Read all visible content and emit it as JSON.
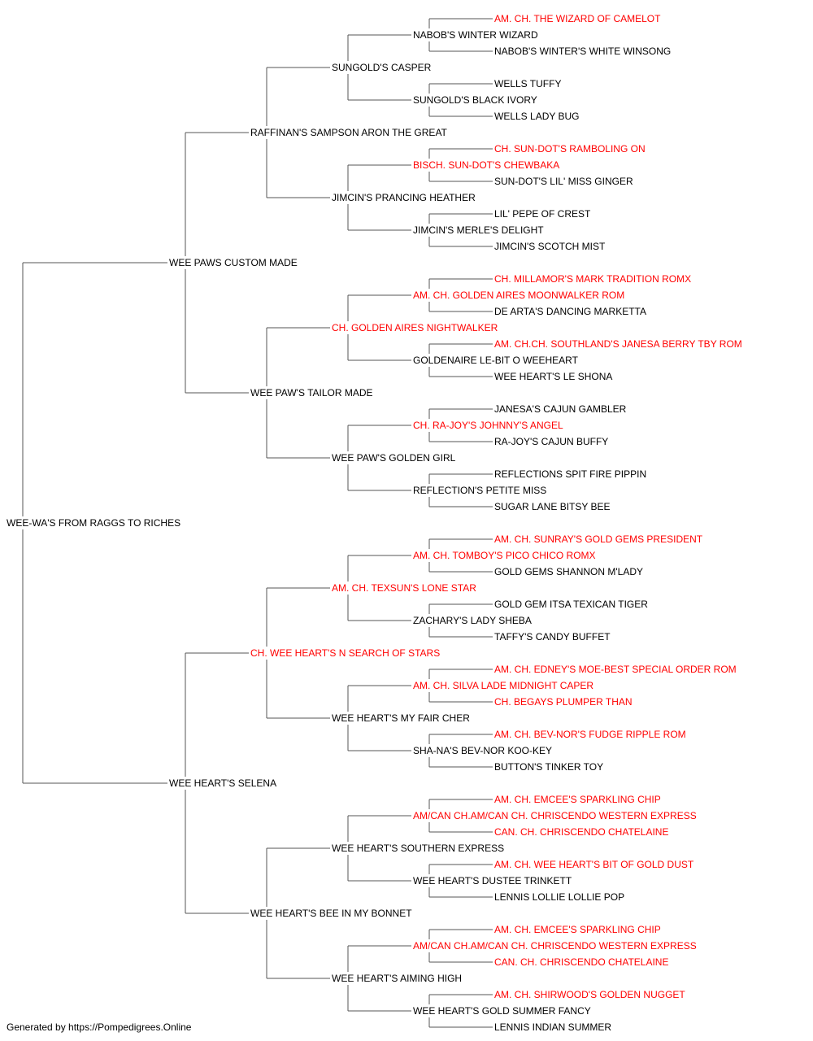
{
  "pedigree": {
    "name": "WEE-WA'S FROM RAGGS TO RICHES",
    "champion": false,
    "sire": {
      "name": "WEE PAWS CUSTOM MADE",
      "champion": false,
      "sire": {
        "name": "RAFFINAN'S SAMPSON ARON THE GREAT",
        "champion": false,
        "sire": {
          "name": "SUNGOLD'S CASPER",
          "champion": false,
          "sire": {
            "name": "NABOB'S WINTER WIZARD",
            "champion": false,
            "sire": {
              "name": "AM. CH. THE WIZARD OF CAMELOT",
              "champion": true
            },
            "dam": {
              "name": "NABOB'S WINTER'S WHITE WINSONG",
              "champion": false
            }
          },
          "dam": {
            "name": "SUNGOLD'S BLACK IVORY",
            "champion": false,
            "sire": {
              "name": "WELLS TUFFY",
              "champion": false
            },
            "dam": {
              "name": "WELLS LADY BUG",
              "champion": false
            }
          }
        },
        "dam": {
          "name": "JIMCIN'S PRANCING HEATHER",
          "champion": false,
          "sire": {
            "name": "BISCH. SUN-DOT'S CHEWBAKA",
            "champion": true,
            "sire": {
              "name": "CH. SUN-DOT'S RAMBOLING ON",
              "champion": true
            },
            "dam": {
              "name": "SUN-DOT'S LIL' MISS GINGER",
              "champion": false
            }
          },
          "dam": {
            "name": "JIMCIN'S MERLE'S DELIGHT",
            "champion": false,
            "sire": {
              "name": "LIL' PEPE OF CREST",
              "champion": false
            },
            "dam": {
              "name": "JIMCIN'S SCOTCH MIST",
              "champion": false
            }
          }
        }
      },
      "dam": {
        "name": "WEE PAW'S TAILOR MADE",
        "champion": false,
        "sire": {
          "name": "CH. GOLDEN AIRES NIGHTWALKER",
          "champion": true,
          "sire": {
            "name": "AM. CH. GOLDEN AIRES MOONWALKER ROM",
            "champion": true,
            "sire": {
              "name": "CH. MILLAMOR'S MARK TRADITION ROMX",
              "champion": true
            },
            "dam": {
              "name": "DE ARTA'S DANCING MARKETTA",
              "champion": false
            }
          },
          "dam": {
            "name": "GOLDENAIRE LE-BIT O WEEHEART",
            "champion": false,
            "sire": {
              "name": "AM. CH.CH. SOUTHLAND'S JANESA BERRY TBY ROM",
              "champion": true
            },
            "dam": {
              "name": "WEE HEART'S LE SHONA",
              "champion": false
            }
          }
        },
        "dam": {
          "name": "WEE PAW'S GOLDEN GIRL",
          "champion": false,
          "sire": {
            "name": "CH. RA-JOY'S JOHNNY'S ANGEL",
            "champion": true,
            "sire": {
              "name": "JANESA'S CAJUN GAMBLER",
              "champion": false
            },
            "dam": {
              "name": "RA-JOY'S CAJUN BUFFY",
              "champion": false
            }
          },
          "dam": {
            "name": "REFLECTION'S PETITE MISS",
            "champion": false,
            "sire": {
              "name": "REFLECTIONS SPIT FIRE PIPPIN",
              "champion": false
            },
            "dam": {
              "name": "SUGAR LANE BITSY BEE",
              "champion": false
            }
          }
        }
      }
    },
    "dam": {
      "name": "WEE HEART'S SELENA",
      "champion": false,
      "sire": {
        "name": "CH. WEE HEART'S N SEARCH OF STARS",
        "champion": true,
        "sire": {
          "name": "AM. CH. TEXSUN'S LONE STAR",
          "champion": true,
          "sire": {
            "name": "AM. CH. TOMBOY'S PICO CHICO ROMX",
            "champion": true,
            "sire": {
              "name": "AM. CH. SUNRAY'S GOLD GEMS PRESIDENT",
              "champion": true
            },
            "dam": {
              "name": "GOLD GEMS SHANNON M'LADY",
              "champion": false
            }
          },
          "dam": {
            "name": "ZACHARY'S LADY SHEBA",
            "champion": false,
            "sire": {
              "name": "GOLD GEM ITSA TEXICAN TIGER",
              "champion": false
            },
            "dam": {
              "name": "TAFFY'S CANDY BUFFET",
              "champion": false
            }
          }
        },
        "dam": {
          "name": "WEE HEART'S MY FAIR CHER",
          "champion": false,
          "sire": {
            "name": "AM. CH. SILVA LADE MIDNIGHT CAPER",
            "champion": true,
            "sire": {
              "name": "AM. CH. EDNEY'S MOE-BEST SPECIAL ORDER ROM",
              "champion": true
            },
            "dam": {
              "name": "CH. BEGAYS PLUMPER THAN",
              "champion": true
            }
          },
          "dam": {
            "name": "SHA-NA'S BEV-NOR KOO-KEY",
            "champion": false,
            "sire": {
              "name": "AM. CH. BEV-NOR'S FUDGE RIPPLE ROM",
              "champion": true
            },
            "dam": {
              "name": "BUTTON'S TINKER TOY",
              "champion": false
            }
          }
        }
      },
      "dam": {
        "name": "WEE HEART'S BEE IN MY BONNET",
        "champion": false,
        "sire": {
          "name": "WEE HEART'S SOUTHERN EXPRESS",
          "champion": false,
          "sire": {
            "name": "AM/CAN CH.AM/CAN CH. CHRISCENDO WESTERN EXPRESS",
            "champion": true,
            "sire": {
              "name": "AM. CH. EMCEE'S SPARKLING CHIP",
              "champion": true
            },
            "dam": {
              "name": "CAN. CH. CHRISCENDO CHATELAINE",
              "champion": true
            }
          },
          "dam": {
            "name": "WEE HEART'S DUSTEE TRINKETT",
            "champion": false,
            "sire": {
              "name": "AM. CH. WEE HEART'S BIT OF GOLD DUST",
              "champion": true
            },
            "dam": {
              "name": "LENNIS LOLLIE LOLLIE POP",
              "champion": false
            }
          }
        },
        "dam": {
          "name": "WEE HEART'S AIMING HIGH",
          "champion": false,
          "sire": {
            "name": "AM/CAN CH.AM/CAN CH. CHRISCENDO WESTERN EXPRESS",
            "champion": true,
            "sire": {
              "name": "AM. CH. EMCEE'S SPARKLING CHIP",
              "champion": true
            },
            "dam": {
              "name": "CAN. CH. CHRISCENDO CHATELAINE",
              "champion": true
            }
          },
          "dam": {
            "name": "WEE HEART'S GOLD SUMMER FANCY",
            "champion": false,
            "sire": {
              "name": "AM. CH. SHIRWOOD'S GOLDEN NUGGET",
              "champion": true
            },
            "dam": {
              "name": "LENNIS INDIAN SUMMER",
              "champion": false
            }
          }
        }
      }
    }
  },
  "colors": {
    "champion": "#ff0000",
    "regular": "#000000",
    "connector": "#555555"
  },
  "footer": "Generated by https://Pompedigrees.Online"
}
